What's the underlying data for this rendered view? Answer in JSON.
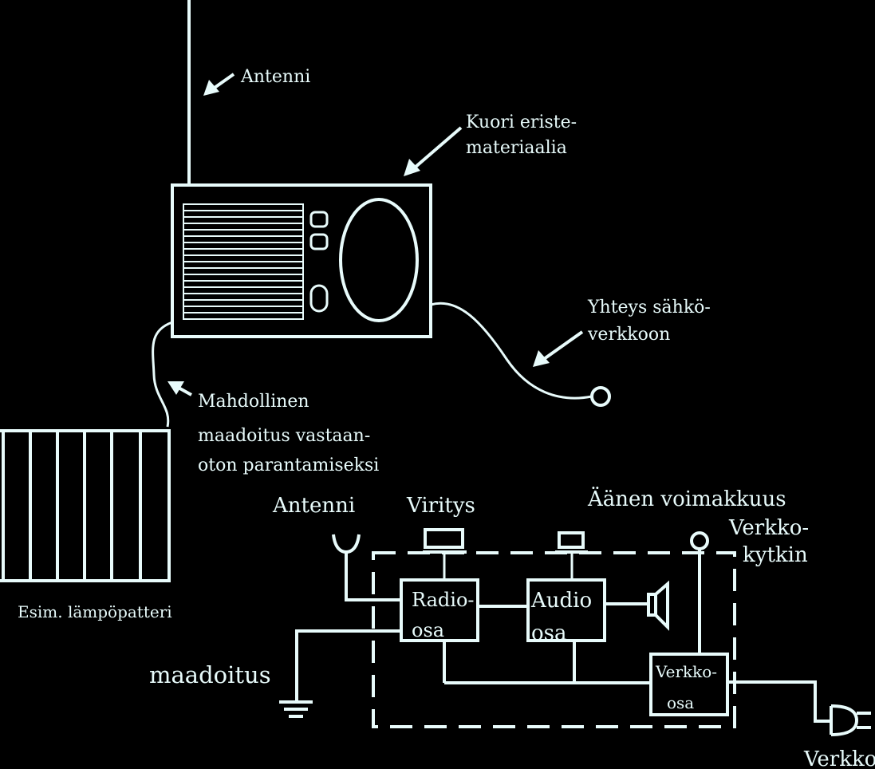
{
  "colors": {
    "background": "#000000",
    "line": "#e8fbfb"
  },
  "top_diagram": {
    "antenna_label": "Antenni",
    "case_label_line1": "Kuori eriste-",
    "case_label_line2": "materiaalia",
    "mains_label_line1": "Yhteys sähkö-",
    "mains_label_line2": "verkkoon",
    "ground_label_line1": "Mahdollinen",
    "ground_label_line2": "maadoitus vastaan-",
    "ground_label_line3": "oton parantamiseksi",
    "radiator_label": "Esim. lämpöpatteri"
  },
  "block_diagram": {
    "antenna_label": "Antenni",
    "tuning_label": "Viritys",
    "volume_label": "Äänen voimakkuus",
    "switch_label_line1": "Verkko-",
    "switch_label_line2": "kytkin",
    "ground_label": "maadoitus",
    "radio_block_line1": "Radio-",
    "radio_block_line2": "osa",
    "audio_block_line1": "Audio",
    "audio_block_line2": "osa",
    "power_block_line1": "Verkko-",
    "power_block_line2": "osa",
    "mains_label": "Verkko"
  }
}
